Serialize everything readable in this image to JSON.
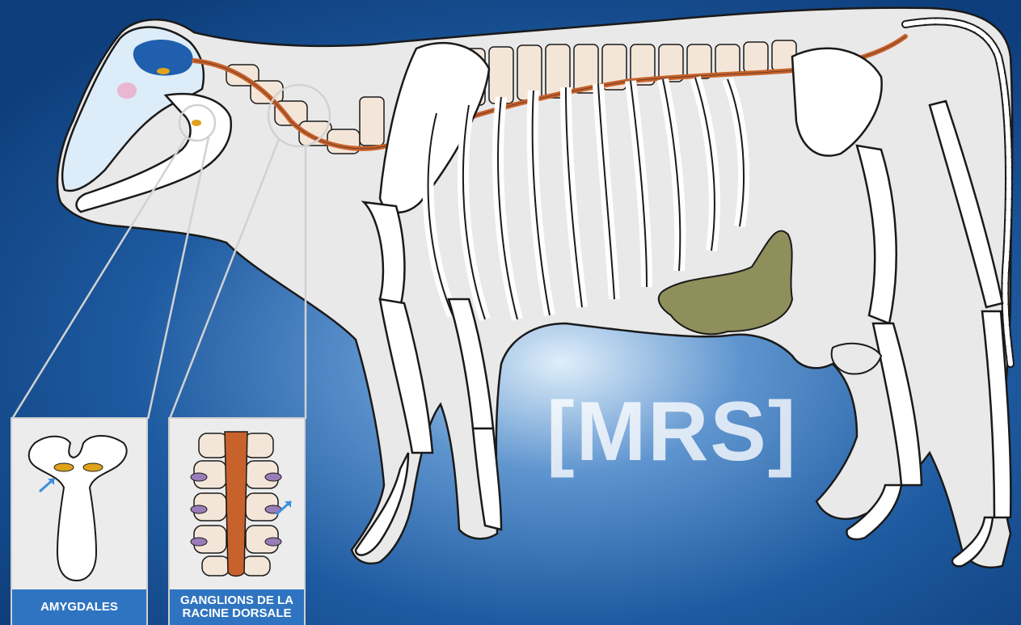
{
  "logo_text": "[MRS]",
  "insets": [
    {
      "label": "AMYGDALES"
    },
    {
      "label": "GANGLIONS DE LA RACINE DORSALE"
    }
  ],
  "colors": {
    "background_dark": "#0d3d7a",
    "background_light": "#dfeefa",
    "body": "#e9e9ea",
    "bone": "#ffffff",
    "bone_shadow": "#f3e6d8",
    "spinal_cord": "#c8622c",
    "brain": "#1f5fae",
    "intestine": "#8f8f5c",
    "tonsil": "#e0a21a",
    "ganglion": "#9a7cb8",
    "label_bar": "#2f74c0"
  }
}
